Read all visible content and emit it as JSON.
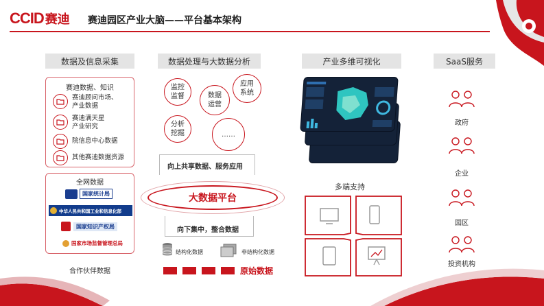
{
  "header": {
    "logo_ccid": "CCID",
    "logo_cn": "赛迪",
    "title": "赛迪园区产业大脑——平台基本架构"
  },
  "columns": {
    "collect": "数据及信息采集",
    "process": "数据处理与大数据分析",
    "visual": "产业多维可视化",
    "saas": "SaaS服务"
  },
  "collect": {
    "ccid_box_title": "赛迪数据、知识",
    "ccid_items": [
      "赛迪顾问市场、\n产业数据",
      "赛迪满天星\n产业研究",
      "院信息中心数据",
      "其他赛迪数据资源"
    ],
    "web_box_title": "全网数据",
    "web_logos": [
      "国家统计局",
      "中华人民共和国工业和信息化部",
      "国家知识产权局",
      "国家市场监督管理总局"
    ],
    "partner_label": "合作伙伴数据"
  },
  "process": {
    "circles": [
      "监控\n监督",
      "数据\n运营",
      "应用\n系统",
      "分析\n挖掘",
      "……"
    ],
    "up_label": "向上共享数据、服务应用",
    "platform": "大数据平台",
    "down_label": "向下集中，整合数据",
    "structured": "结构化数据",
    "unstructured": "非结构化数据",
    "raw": "原始数据"
  },
  "visual": {
    "multi_terminal": "多端支持"
  },
  "saas": {
    "items": [
      "政府",
      "企业",
      "园区",
      "投资机构"
    ]
  },
  "colors": {
    "brand_red": "#c8151d",
    "header_gray": "#e4e4e4",
    "screen_navy": "#142238"
  }
}
